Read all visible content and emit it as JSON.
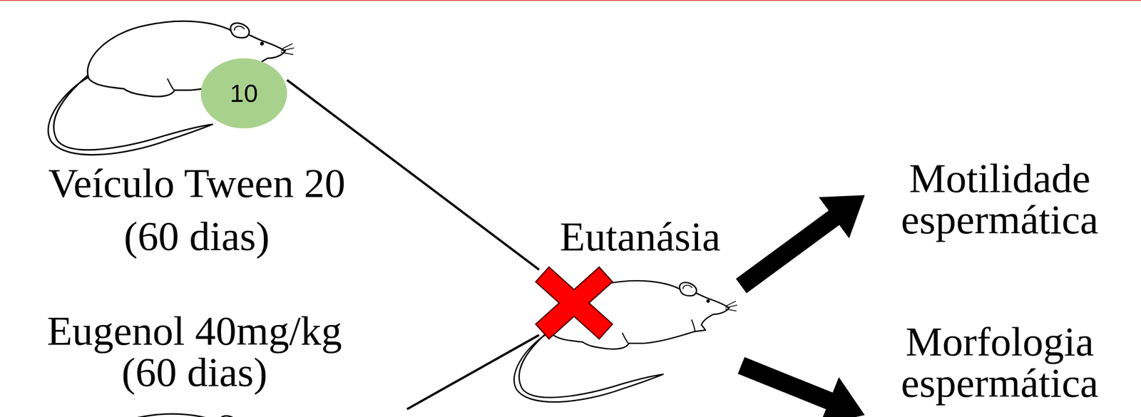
{
  "diagram": {
    "nodes": [
      {
        "text": [
          "Veículo Tween 20 (60 dias)"
        ]
      },
      {
        "text": [
          "10"
        ],
        "in": 0
      },
      {
        "text": [
          "Eugenol 40mg/kg (60 dias)"
        ]
      },
      {
        "text": [
          "Eutanásia"
        ]
      },
      {
        "text": [
          "Motilidade espermática"
        ]
      },
      {
        "text": [
          "Morfologia espermática"
        ]
      }
    ],
    "edges": [
      {
        "from": 1,
        "to": 3,
        "arrow": "none"
      },
      {
        "from": 2,
        "to": 3,
        "arrow": "none"
      },
      {
        "from": 3,
        "to": 4,
        "arrow": "to"
      },
      {
        "from": 3,
        "to": 5,
        "arrow": "to"
      }
    ]
  }
}
